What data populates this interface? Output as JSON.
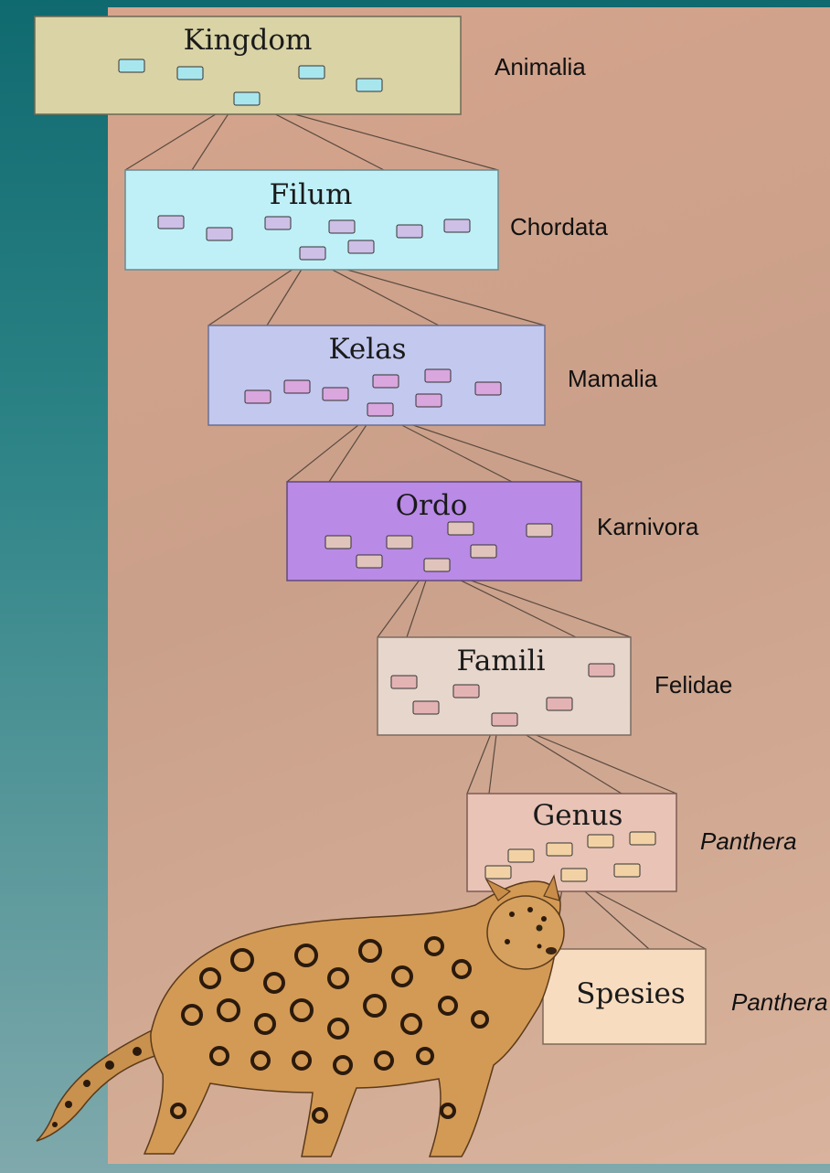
{
  "levels": [
    {
      "rank": "Kingdom",
      "taxon": "Animalia",
      "italic": false,
      "fill": "#d9d3a6",
      "chip": "#a8e6ee"
    },
    {
      "rank": "Filum",
      "taxon": "Chordata",
      "italic": false,
      "fill": "#bff0f7",
      "chip": "#cdbfe6"
    },
    {
      "rank": "Kelas",
      "taxon": "Mamalia",
      "italic": false,
      "fill": "#c3c8ef",
      "chip": "#d9a6de"
    },
    {
      "rank": "Ordo",
      "taxon": "Karnivora",
      "italic": false,
      "fill": "#b98ae6",
      "chip": "#e0c4bc"
    },
    {
      "rank": "Famili",
      "taxon": "Felidae",
      "italic": false,
      "fill": "#e6d6cb",
      "chip": "#e3b3b3"
    },
    {
      "rank": "Genus",
      "taxon": "Panthera",
      "italic": true,
      "fill": "#e8c3b6",
      "chip": "#f2d2a5"
    },
    {
      "rank": "Spesies",
      "taxon": "Panthera onca",
      "italic": true,
      "fill": "#f7dcc0",
      "chip": ""
    }
  ],
  "illustration": {
    "animal_icon": "jaguar-illustration"
  },
  "colors": {
    "background": "#1f7a7d",
    "panel": "#d2a58e",
    "connector": "#5a4a40"
  }
}
